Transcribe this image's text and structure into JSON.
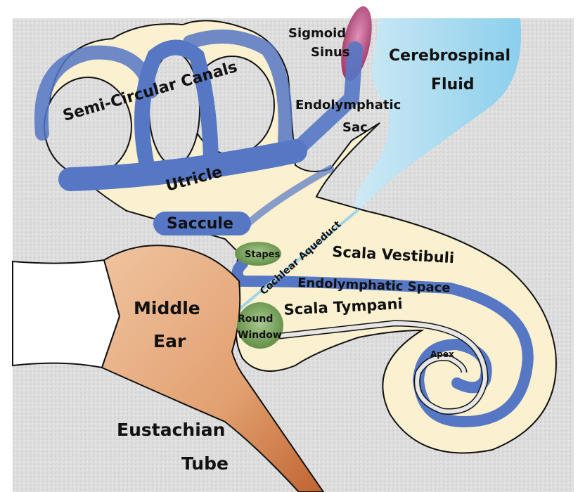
{
  "title": "Inner ear anatomy diagram",
  "colors": {
    "bone": "#dcdcdc",
    "perilymph": "#fbf0cf",
    "endolymph": "#5577c4",
    "csf": "#9fd4ec",
    "sigmoid_sinus": "#b04a80",
    "middle_ear": "#e8aa7f",
    "ossicle_green": "#6e9a4e",
    "outline": "#111111"
  },
  "labels": {
    "semicircular_canals": "Semi-Circular Canals",
    "utricle": "Utricle",
    "saccule": "Saccule",
    "sigmoid": "Sigmoid",
    "sinus": "Sinus",
    "csf_line1": "Cerebrospinal",
    "csf_line2": "Fluid",
    "endolymphatic": "Endolymphatic",
    "sac": "Sac",
    "cochlear_aqueduct": "Cochlear Aqueduct",
    "stapes": "Stapes",
    "scala_vestibuli": "Scala Vestibuli",
    "endolymphatic_space": "Endolymphatic Space",
    "scala_tympani": "Scala Tympani",
    "round": "Round",
    "window": "Window",
    "middle": "Middle",
    "ear": "Ear",
    "eustachian": "Eustachian",
    "tube": "Tube",
    "apex": "Apex"
  }
}
